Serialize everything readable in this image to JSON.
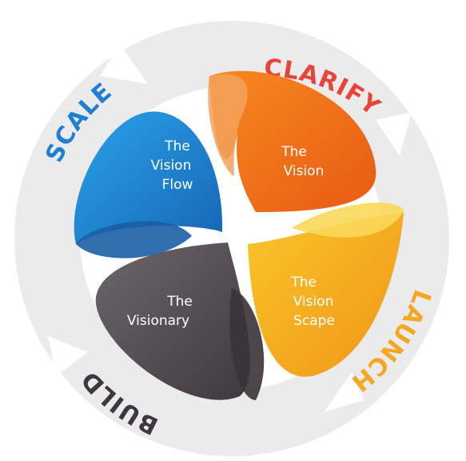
{
  "stages": {
    "clarify": {
      "label": "CLARIFY",
      "color": "#e8453a"
    },
    "launch": {
      "label": "LAUNCH",
      "color": "#f5a623"
    },
    "build": {
      "label": "BUILD",
      "color": "#3d3840"
    },
    "scale": {
      "label": "SCALE",
      "color": "#1f7fd0"
    }
  },
  "petals": {
    "vision": {
      "line1": "The",
      "line2": "Vision",
      "color": "#f26b1b"
    },
    "vision_scape": {
      "line1": "The",
      "line2": "Vision",
      "line3": "Scape",
      "color": "#f5b31c"
    },
    "visionary": {
      "line1": "The",
      "line2": "Visionary",
      "color": "#5a5258"
    },
    "vision_flow": {
      "line1": "The",
      "line2": "Vision",
      "line3": "Flow",
      "color": "#1f87d8"
    }
  },
  "ring_color": "#ebebeb"
}
